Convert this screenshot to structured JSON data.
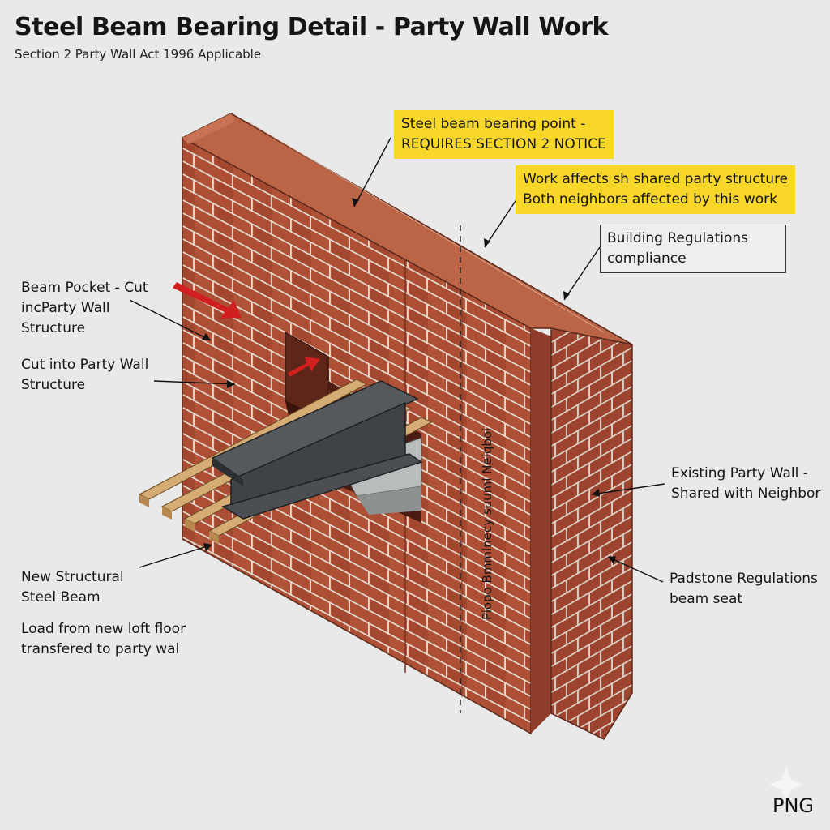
{
  "header": {
    "title": "Steel Beam Bearing Detail - Party Wall Work",
    "subtitle": "Section 2 Party Wall Act 1996 Applicable"
  },
  "callouts": {
    "bearing_point": {
      "line1": "Steel beam bearing point -",
      "line2": "REQUIRES SECTION 2 NOTICE"
    },
    "shared_structure": {
      "line1": "Work affects sh shared party structure",
      "line2": "Both neighbors affected by this work"
    },
    "building_regs": {
      "line1": "Building Regulations",
      "line2": "compliance"
    },
    "beam_pocket": {
      "line1": "Beam Pocket - Cut",
      "line2": "incParty Wall",
      "line3": "Structure"
    },
    "cut_into": {
      "line1": "Cut into Party Wall",
      "line2": "Structure"
    },
    "existing_wall": {
      "line1": "Existing Party Wall -",
      "line2": "Shared with Neighbor"
    },
    "padstone": {
      "line1": "Padstone Regulations",
      "line2": "beam seat"
    },
    "new_beam": {
      "line1": "New Structural",
      "line2": "Steel Beam"
    },
    "load": {
      "line1": "Load from new loft floor",
      "line2": "transfered to party wal"
    }
  },
  "boundary_label": "Piopo Bmmlnecy suuml Neiqboi",
  "watermark": "PNG",
  "colors": {
    "brick": "#a94b32",
    "brick_top": "#bb6446",
    "mortar": "#e3d8cc",
    "steel": "#3f4347",
    "timber": "#c9a06a",
    "highlight": "#f8d72a",
    "arrow_red": "#d11e1e"
  }
}
